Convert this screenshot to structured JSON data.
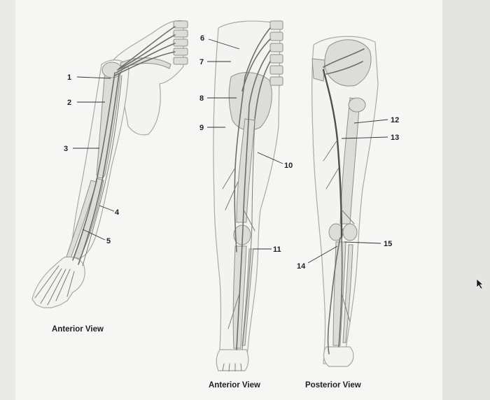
{
  "labels": {
    "l1": "1",
    "l2": "2",
    "l3": "3",
    "l4": "4",
    "l5": "5",
    "l6": "6",
    "l7": "7",
    "l8": "8",
    "l9": "9",
    "l10": "10",
    "l11": "11",
    "l12": "12",
    "l13": "13",
    "l14": "14",
    "l15": "15"
  },
  "captions": {
    "arm": "Anterior View",
    "leg_anterior": "Anterior View",
    "leg_posterior": "Posterior View"
  },
  "colors": {
    "background": "#e9e9e7",
    "paper": "#f6f6f4",
    "nerve": "#6e6e6b"
  }
}
